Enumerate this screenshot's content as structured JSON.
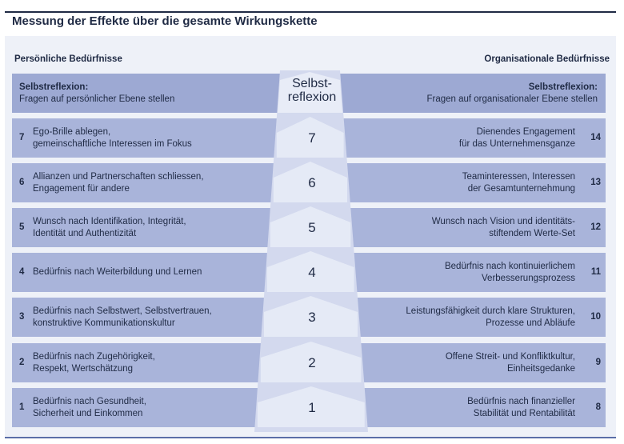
{
  "title": "Messung der Effekte über die gesamte Wirkungskette",
  "columns": {
    "left": "Persönliche Bedürfnisse",
    "right": "Organisationale Bedürfnisse"
  },
  "header_row": {
    "left_heading": "Selbstreflexion:",
    "left_text": "Fragen auf persönlicher Ebene stellen",
    "center": "Selbst-\nreflexion",
    "right_heading": "Selbstreflexion:",
    "right_text": "Fragen auf organisationaler Ebene stellen"
  },
  "rows": [
    {
      "left_num": "7",
      "left_text": "Ego-Brille ablegen,\ngemeinschaftliche Interessen im Fokus",
      "level": "7",
      "right_text": "Dienendes Engagement\nfür das Unternehmensganze",
      "right_num": "14"
    },
    {
      "left_num": "6",
      "left_text": "Allianzen und Partnerschaften schliessen,\nEngagement für andere",
      "level": "6",
      "right_text": "Teaminteressen, Interessen\nder Gesamtunternehmung",
      "right_num": "13"
    },
    {
      "left_num": "5",
      "left_text": "Wunsch nach Identifikation, Integrität,\nIdentität und Authentizität",
      "level": "5",
      "right_text": "Wunsch nach Vision und identitäts-\nstiftendem Werte-Set",
      "right_num": "12"
    },
    {
      "left_num": "4",
      "left_text": "Bedürfnis nach Weiterbildung und Lernen",
      "level": "4",
      "right_text": "Bedürfnis nach kontinuierlichem\nVerbesserungsprozess",
      "right_num": "11"
    },
    {
      "left_num": "3",
      "left_text": "Bedürfnis nach Selbstwert, Selbstvertrauen,\nkonstruktive Kommunikationskultur",
      "level": "3",
      "right_text": "Leistungsfähigkeit durch klare Strukturen,\nProzesse und Abläufe",
      "right_num": "10"
    },
    {
      "left_num": "2",
      "left_text": "Bedürfnis nach Zugehörigkeit,\nRespekt, Wertschätzung",
      "level": "2",
      "right_text": "Offene Streit- und Konfliktkultur,\nEinheitsgedanke",
      "right_num": "9"
    },
    {
      "left_num": "1",
      "left_text": "Bedürfnis nach Gesundheit,\nSicherheit und Einkommen",
      "level": "1",
      "right_text": "Bedürfnis nach finanzieller\nStabilität und Rentabilität",
      "right_num": "8"
    }
  ],
  "colors": {
    "band": "#a9b4da",
    "band_header": "#9da9d3",
    "funnel": "#d3d9ee",
    "funnel_light": "#e8ecf7",
    "text": "#1f2a44",
    "rule": "#1f2a44"
  }
}
